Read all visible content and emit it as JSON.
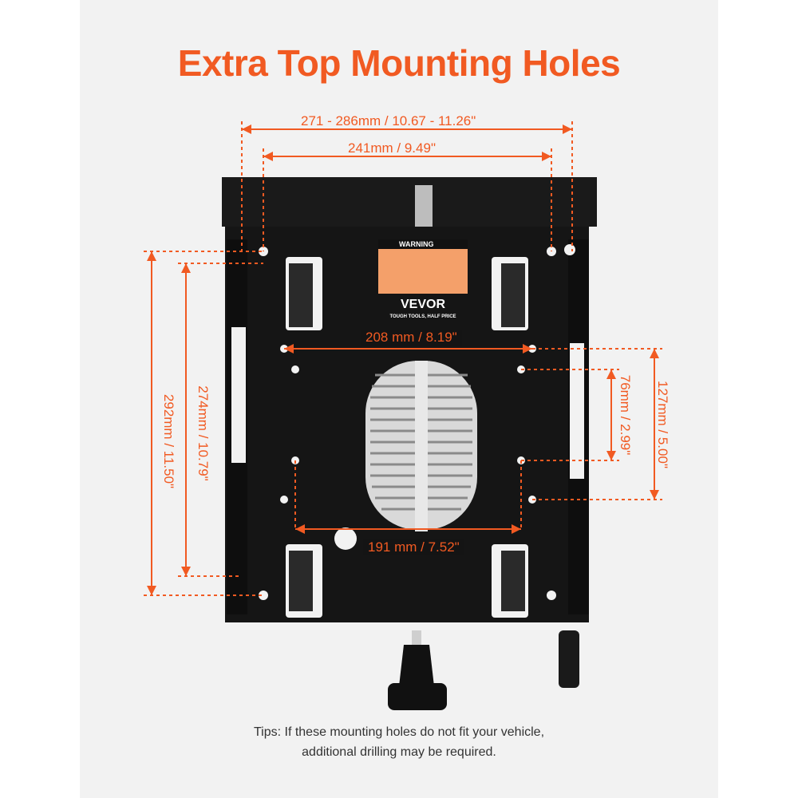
{
  "title": "Extra Top Mounting Holes",
  "dimensions": {
    "outer_width": "271 - 286mm / 10.67 - 11.26\"",
    "inner_width": "241mm / 9.49\"",
    "mid_width_top": "208 mm / 8.19\"",
    "mid_width_bottom": "191 mm / 7.52\"",
    "height_outer": "292mm / 11.50\"",
    "height_inner": "274mm / 10.79\"",
    "height_right_short": "76mm / 2.99\"",
    "height_right_long": "127mm / 5.00\""
  },
  "product": {
    "warning_label": "WARNING",
    "brand": "VEVOR",
    "brand_tagline": "TOUGH TOOLS, HALF PRICE"
  },
  "tips": {
    "line1": "Tips: If these mounting holes do not fit your vehicle,",
    "line2": "additional drilling may be required."
  },
  "colors": {
    "accent": "#f15a22",
    "background": "#f2f2f2",
    "product_body": "#141414"
  }
}
